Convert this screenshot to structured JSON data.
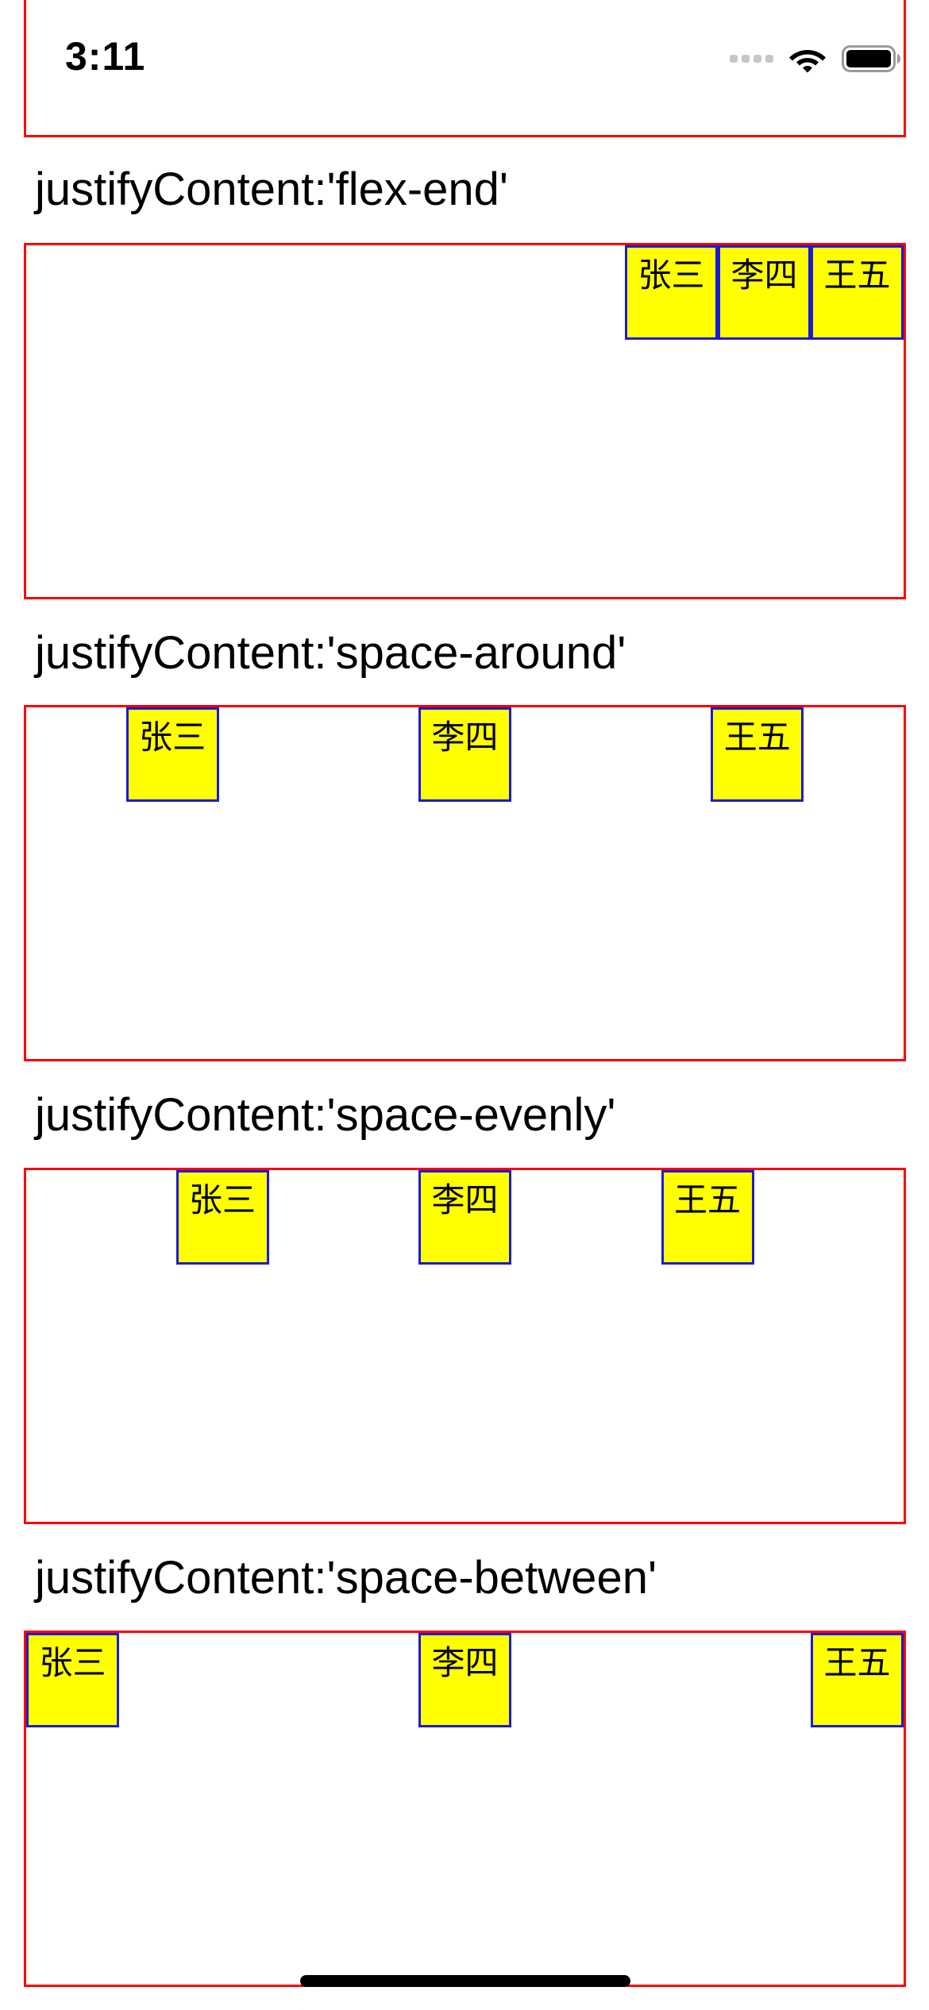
{
  "status_bar": {
    "time": "3:11",
    "icons": [
      "cellular-signal-icon",
      "wifi-icon",
      "battery-icon"
    ]
  },
  "sections": [
    {
      "label": "justifyContent:'flex-end'",
      "justify": "flex-end",
      "items": [
        "张三",
        "李四",
        "王五"
      ]
    },
    {
      "label": "justifyContent:'space-around'",
      "justify": "space-around",
      "items": [
        "张三",
        "李四",
        "王五"
      ]
    },
    {
      "label": "justifyContent:'space-evenly'",
      "justify": "space-evenly",
      "items": [
        "张三",
        "李四",
        "王五"
      ]
    },
    {
      "label": "justifyContent:'space-between'",
      "justify": "space-between",
      "items": [
        "张三",
        "李四",
        "王五"
      ]
    }
  ],
  "colors": {
    "container_border": "#ff0000",
    "item_background": "#ffff00",
    "item_border": "#1c1cd0",
    "background": "#ffffff"
  }
}
